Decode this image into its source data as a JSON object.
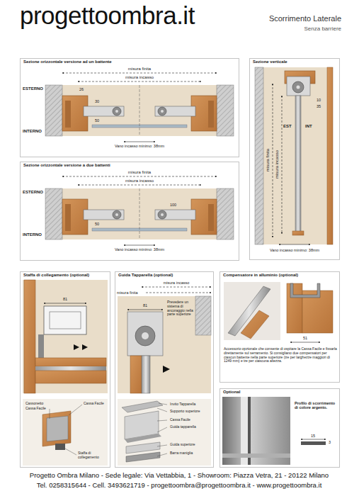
{
  "diagram": {
    "title": "progettoombra.it",
    "nodes": [
      {
        "text": [
          "Sezione orizzontale versione ad un battente"
        ]
      },
      {
        "text": [
          "Sezione verticale"
        ]
      },
      {
        "text": [
          "Sezione orizzontale versione a due battenti"
        ]
      },
      {
        "text": [
          "Staffa di collegamento (optional)"
        ]
      },
      {
        "text": [
          "Guida Tapparella (optional)"
        ]
      },
      {
        "text": [
          "Compensatore in alluminio (optional)"
        ]
      },
      {
        "text": [
          "Optional"
        ]
      }
    ],
    "labels": [
      "Scorrimento Laterale",
      "Senza barriere",
      "misura finita",
      "misura incasso",
      "ESTERNO",
      "INTERNO",
      "26",
      "30",
      "50",
      "Vano incasso minimo: 38mm",
      "EST",
      "INT",
      "10",
      "35",
      "misura finita",
      "misura incasso",
      "Vano incasso minimo: 38mm",
      "misura finita",
      "misura incasso",
      "ESTERNO",
      "INTERNO",
      "50",
      "100",
      "Vano incasso minimo: 38mm",
      "81",
      "Cassonetto",
      "Cassa Facile",
      "Cassa Facile",
      "Staffa di collegamento",
      "misura incasso",
      "misura finita",
      "Prevedere un sistema di ancoraggio nella parte superiore",
      "81",
      "Invito Tapparella",
      "Supporto superiore",
      "Cassa Facile",
      "Guida tapparella",
      "Guida superiore",
      "Barra maniglia",
      "51",
      "Accessorio opzionale che consente di ospitare la Cassa Facile e fissarla direttamente sul serramento. Si consigliano due compensatori per ciascun battente nella parte superiore (tre per larghezze maggiori di 1249 mm) e tre per ciascuna altezza.",
      "Profilo di scorrimento di colore argento.",
      "15",
      "3",
      "Progetto Ombra Milano - Sede legale: Via Vettabbia, 1 - Showroom: Piazza Vetra, 21 - 20122 Milano",
      "Tel. 0258315644 - Cell. 3493621719 - progettoombra@progettoombra.it - www.progettoombra.it"
    ]
  }
}
